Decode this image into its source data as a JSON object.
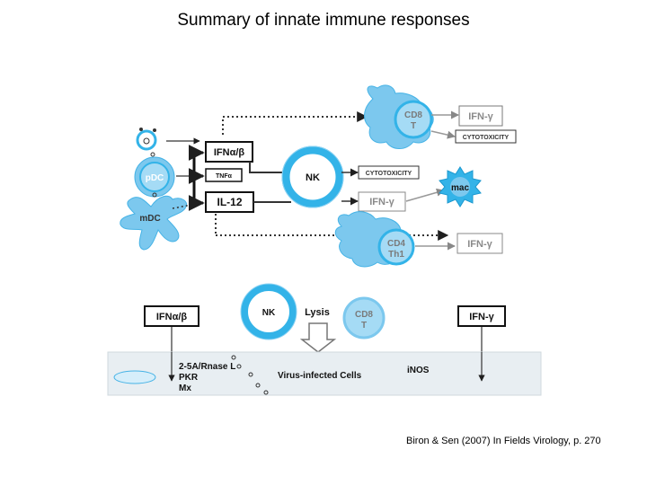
{
  "title": "Summary of innate immune responses",
  "citation": "Biron & Sen (2007) In Fields Virology, p. 270",
  "colors": {
    "cell_fill": "#7cc8ee",
    "cell_ring": "#33b3e8",
    "cell_core": "#eaf6fd",
    "label_gray": "#8a8a8a",
    "panel_fill": "#e8eef2",
    "line_dark": "#1f1f1f"
  },
  "cells": {
    "cd8_top": "CD8\nT",
    "pdc": "pDC",
    "mdc": "mDC",
    "nk_center": "NK",
    "mac": "mac",
    "cd4": "CD4\nTh1",
    "nk_bottom": "NK",
    "cd8_bottom": "CD8\nT"
  },
  "labels": {
    "ifn_gamma_1": "IFN-γ",
    "cytotoxicity_1": "CYTOTOXICITY",
    "ifn_ab_top": "IFNα/β",
    "tnf_a": "TNFα",
    "il12": "IL-12",
    "cytotoxicity_nk": "CYTOTOXICITY",
    "ifn_gamma_nk": "IFN-γ",
    "ifn_gamma_cd4": "IFN-γ",
    "ifn_ab_bottom": "IFNα/β",
    "lysis": "Lysis",
    "ifn_gamma_bottom": "IFN-γ",
    "rnase": "2-5A/Rnase L",
    "pkr": "PKR",
    "mx": "Mx",
    "virus_cells": "Virus-infected Cells",
    "inos": "iNOS"
  }
}
